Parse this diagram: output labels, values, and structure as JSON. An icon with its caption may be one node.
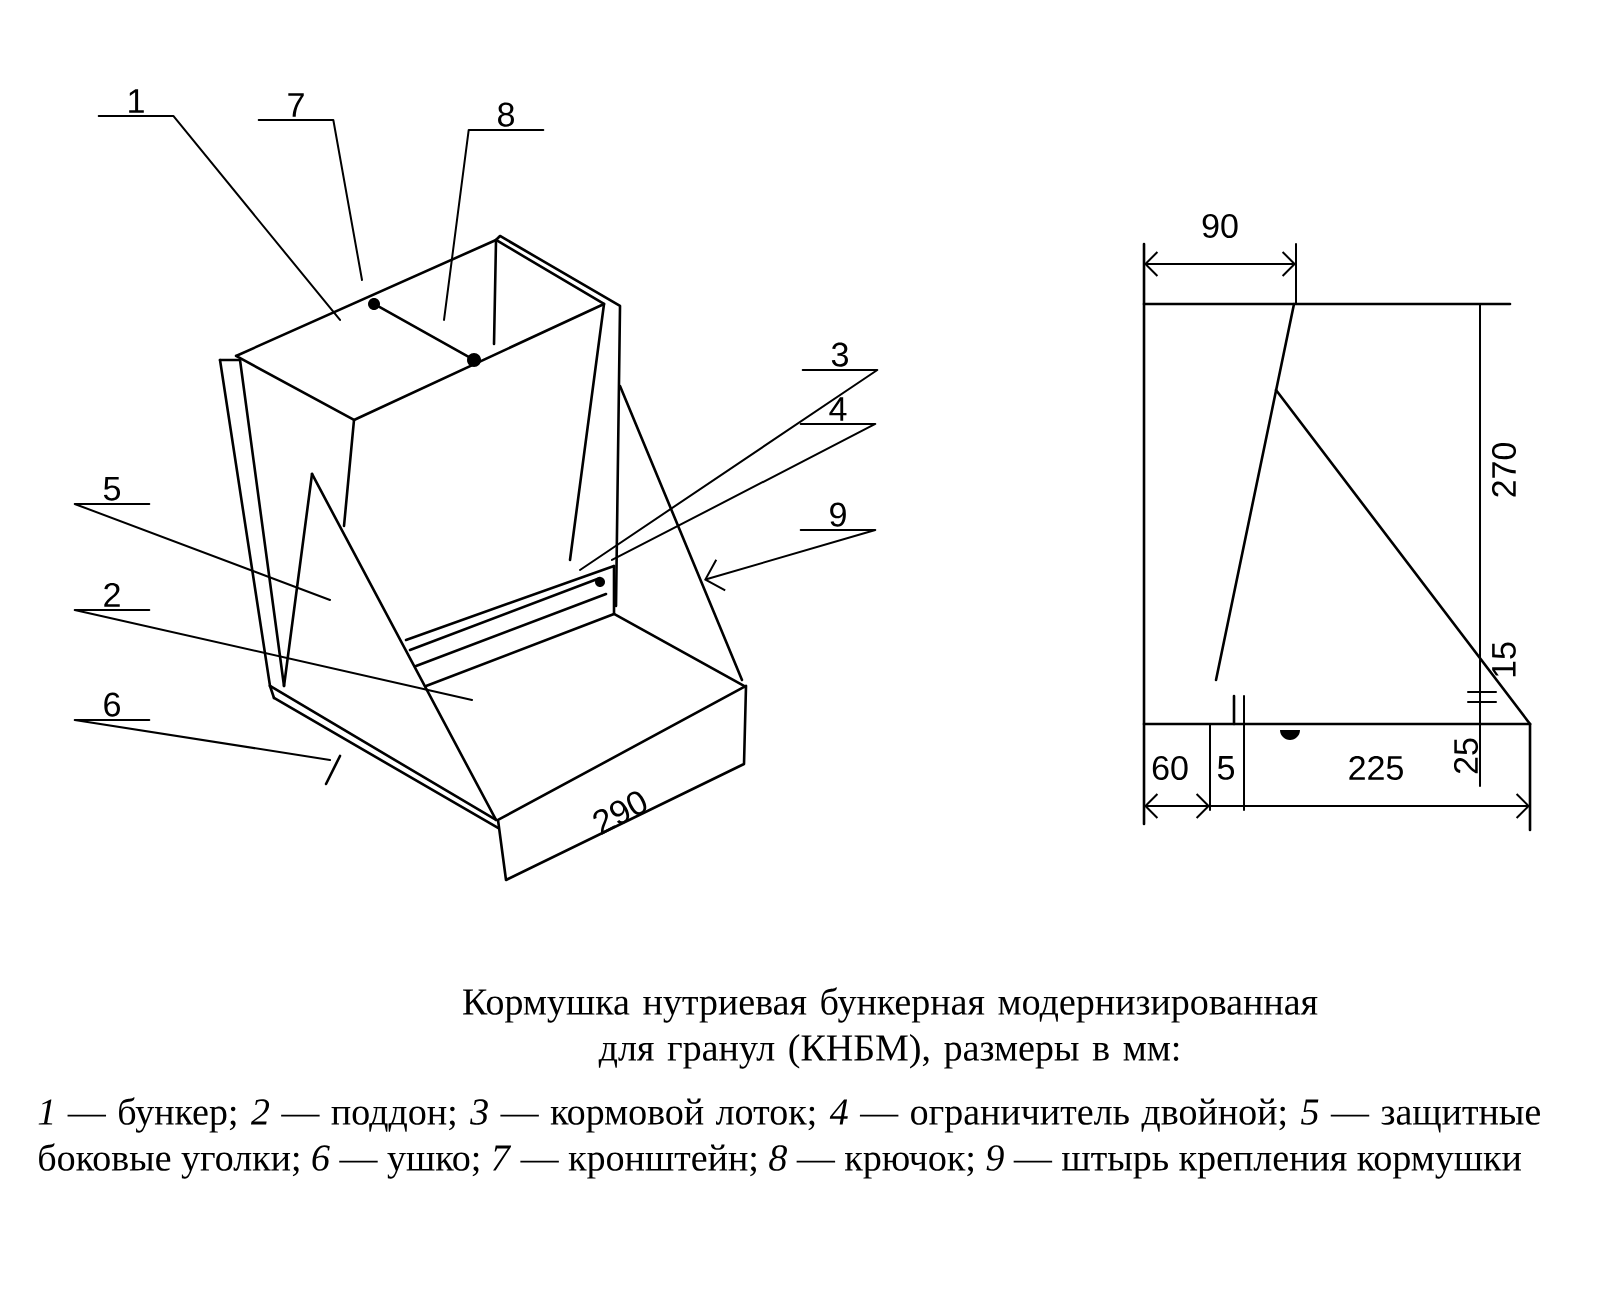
{
  "diagram": {
    "caption": "Кормушка нутриевая бункерная модернизированная для гранул (КНБМ), размеры в мм:",
    "nodes": [
      {
        "text": [
          "1"
        ]
      },
      {
        "text": [
          "7"
        ]
      },
      {
        "text": [
          "8"
        ]
      },
      {
        "text": [
          "3"
        ]
      },
      {
        "text": [
          "4"
        ]
      },
      {
        "text": [
          "5"
        ]
      },
      {
        "text": [
          "9"
        ]
      },
      {
        "text": [
          "2"
        ]
      },
      {
        "text": [
          "6"
        ]
      }
    ],
    "edges": [
      {
        "from": 0,
        "to": null,
        "arrow": "none"
      },
      {
        "from": 1,
        "to": null,
        "arrow": "none"
      },
      {
        "from": 2,
        "to": null,
        "arrow": "none"
      },
      {
        "from": 3,
        "to": null,
        "arrow": "none"
      },
      {
        "from": 4,
        "to": null,
        "arrow": "none"
      },
      {
        "from": 5,
        "to": null,
        "arrow": "none"
      },
      {
        "from": 6,
        "to": null,
        "arrow": "to"
      },
      {
        "from": 7,
        "to": null,
        "arrow": "none"
      },
      {
        "from": 8,
        "to": null,
        "arrow": "none"
      }
    ],
    "labels": [
      "290",
      "90",
      "270",
      "15",
      "25",
      "60",
      "5",
      "225",
      "*1* — бункер; *2* — поддон; *3* — кормовой лоток; *4* — ограничитель двойной; *5* — защитные боковые уголки; *6* — ушко; *7* — кронштейн; *8* — крючок; *9* — штырь крепления кормушки"
    ]
  }
}
